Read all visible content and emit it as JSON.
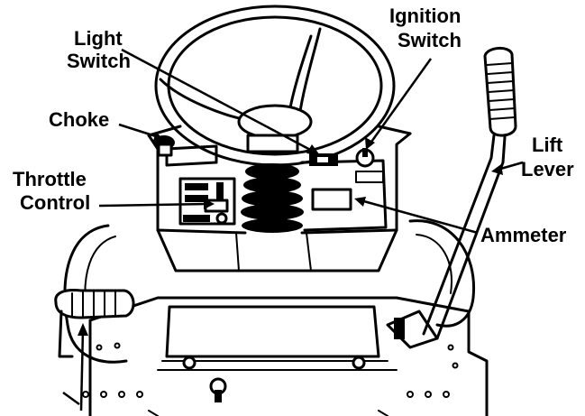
{
  "labels": {
    "light_switch_line1": "Light",
    "light_switch_line2": "Switch",
    "ignition_switch_line1": "Ignition",
    "ignition_switch_line2": "Switch",
    "choke": "Choke",
    "throttle_control_line1": "Throttle",
    "throttle_control_line2": "Control",
    "lift_lever_line1": "Lift",
    "lift_lever_line2": "Lever",
    "ammeter": "Ammeter"
  }
}
